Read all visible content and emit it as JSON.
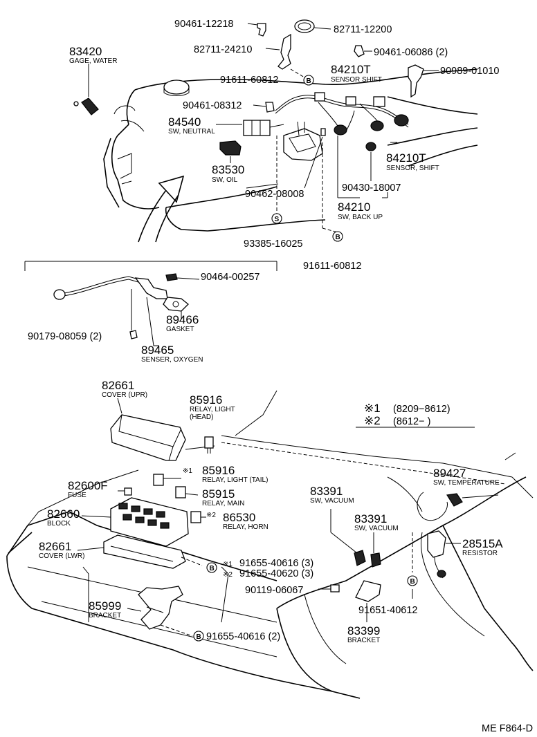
{
  "parts": {
    "p90461_12218": "90461-12218",
    "p82711_12200": "82711-12200",
    "p82711_24210": "82711-24210",
    "p90461_06086": "90461-06086 (2)",
    "p83420": "83420",
    "d83420": "GAGE, WATER",
    "p91611_60812a": "91611-60812",
    "p84210T_a": "84210T",
    "d84210T_a": "SENSOR SHIFT",
    "p90989_01010": "90989-01010",
    "p90461_08312": "90461-08312",
    "p84540": "84540",
    "d84540": "SW, NEUTRAL",
    "p84210T_b": "84210T",
    "d84210T_b": "SENSOR, SHIFT",
    "p83530": "83530",
    "d83530": "SW, OIL",
    "p90462_08008": "90462-08008",
    "p90430_18007": "90430-18007",
    "p84210": "84210",
    "d84210": "SW, BACK UP",
    "p93385_16025": "93385-16025",
    "p91611_60812b": "91611-60812",
    "p90464_00257": "90464-00257",
    "p89466": "89466",
    "d89466": "GASKET",
    "p90179_08059": "90179-08059 (2)",
    "p89465": "89465",
    "d89465": "SENSER, OXYGEN",
    "p82661_upr": "82661",
    "d82661_upr": "COVER (UPR)",
    "p85916_head": "85916",
    "d85916_head1": "RELAY, LIGHT",
    "d85916_head2": "(HEAD)",
    "p85916_tail": "85916",
    "d85916_tail": "RELAY, LIGHT (TAIL)",
    "p85915": "85915",
    "d85915": "RELAY, MAIN",
    "p82600F": "82600F",
    "d82600F": "FUSE",
    "p86530": "86530",
    "d86530": "RELAY, HORN",
    "p82660": "82660",
    "d82660": "BLOCK",
    "p82661_lwr": "82661",
    "d82661_lwr": "COVER (LWR)",
    "p91655_40616_3": "91655-40616 (3)",
    "p91655_40620_3": "91655-40620 (3)",
    "p85999": "85999",
    "d85999": "BRACKET",
    "p91655_40616_2": "91655-40616 (2)",
    "p89427": "89427",
    "d89427": "SW, TEMPERATURE",
    "p83391_a": "83391",
    "d83391_a": "SW, VACUUM",
    "p83391_b": "83391",
    "d83391_b": "SW, VACUUM",
    "p28515A": "28515A",
    "d28515A": "RESISTOR",
    "p90119_06067": "90119-06067",
    "p91651_40612": "91651-40612",
    "p83399": "83399",
    "d83399": "BRACKET"
  },
  "legend": {
    "mark1": "※1",
    "range1": "(8209−8612)",
    "mark2": "※2",
    "range2": "(8612−       )"
  },
  "marks": {
    "b": "B",
    "s": "S",
    "star1": "※1",
    "star2": "※2"
  },
  "footer": {
    "code": "ME F864-D"
  }
}
